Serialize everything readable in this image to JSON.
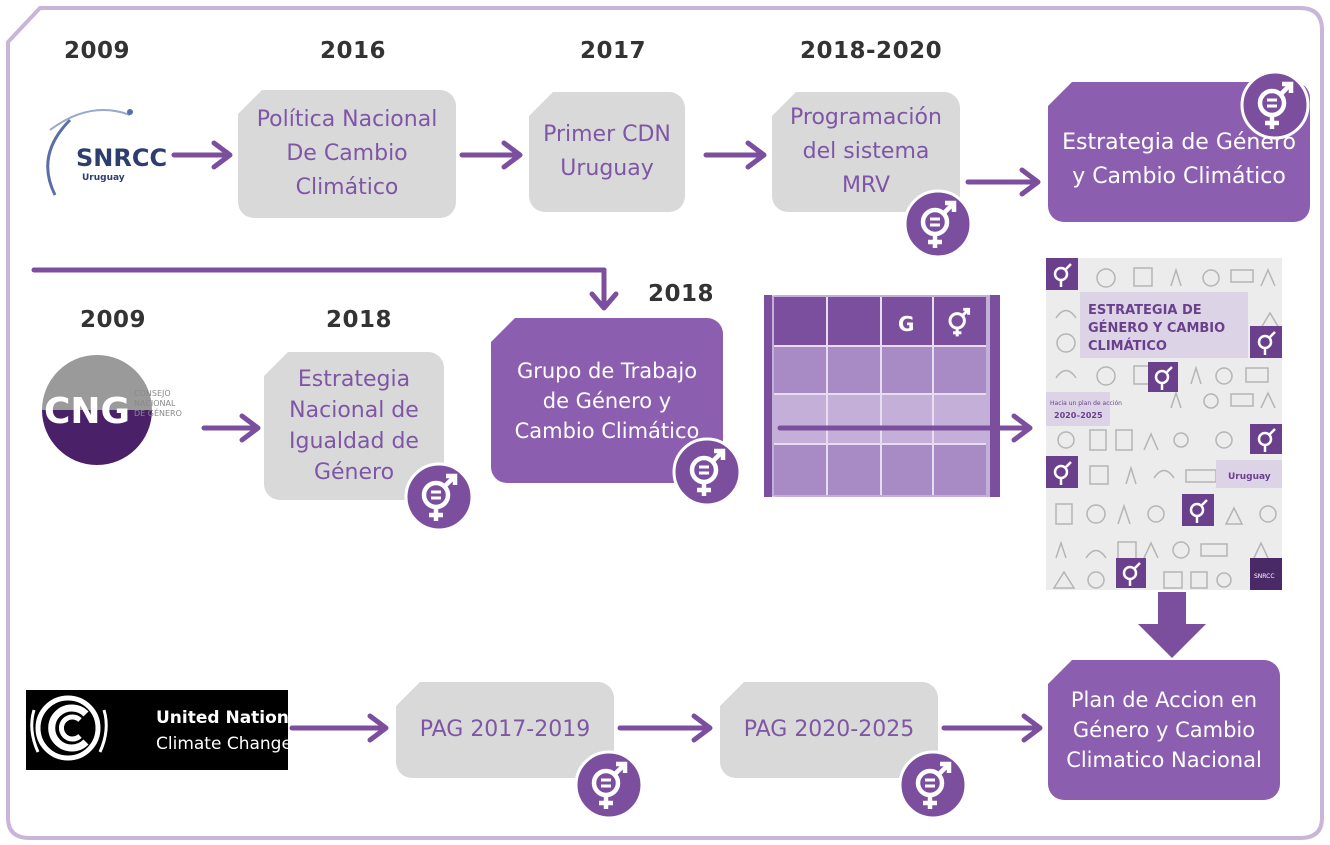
{
  "colors": {
    "purple": "#7b4f9e",
    "box_purple": "#8c5eb0",
    "box_gray": "#d9d9d9",
    "frame": "#c9b5d9",
    "year_text": "#333333"
  },
  "row1": {
    "years": [
      "2009",
      "2016",
      "2017",
      "2018-2020"
    ],
    "logo": {
      "name": "SNRCC",
      "sub": "Uruguay"
    },
    "boxes": [
      "Política Nacional De Cambio Climático",
      "Primer CDN Uruguay",
      "Programación del sistema MRV"
    ],
    "final_box": "Estrategia de Género y Cambio Climático"
  },
  "row2": {
    "years": [
      "2009",
      "2018",
      "2018"
    ],
    "logo": {
      "name": "CNG",
      "sub": [
        "CONSEJO",
        "NACIONAL",
        "DE GÉNERO"
      ]
    },
    "boxes": [
      "Estrategia Nacional de Igualdad de Género",
      "Grupo de Trabajo de Género y Cambio Climático"
    ],
    "table_header_letter": "G",
    "cover": {
      "title_lines": [
        "ESTRATEGIA DE",
        "GÉNERO Y CAMBIO",
        "CLIMÁTICO"
      ],
      "subtitle_lines": [
        "Hacia un plan de acción",
        "2020–2025"
      ],
      "country": "Uruguay",
      "publisher": "SNRCC"
    }
  },
  "row3": {
    "logo": {
      "line1": "United Nations",
      "line2": "Climate Change"
    },
    "boxes": [
      "PAG 2017-2019",
      "PAG 2020-2025"
    ],
    "final_box": "Plan de Accion en Género y Cambio Climatico Nacional"
  },
  "icons": {
    "gender_equality": "gender-equality-icon"
  }
}
